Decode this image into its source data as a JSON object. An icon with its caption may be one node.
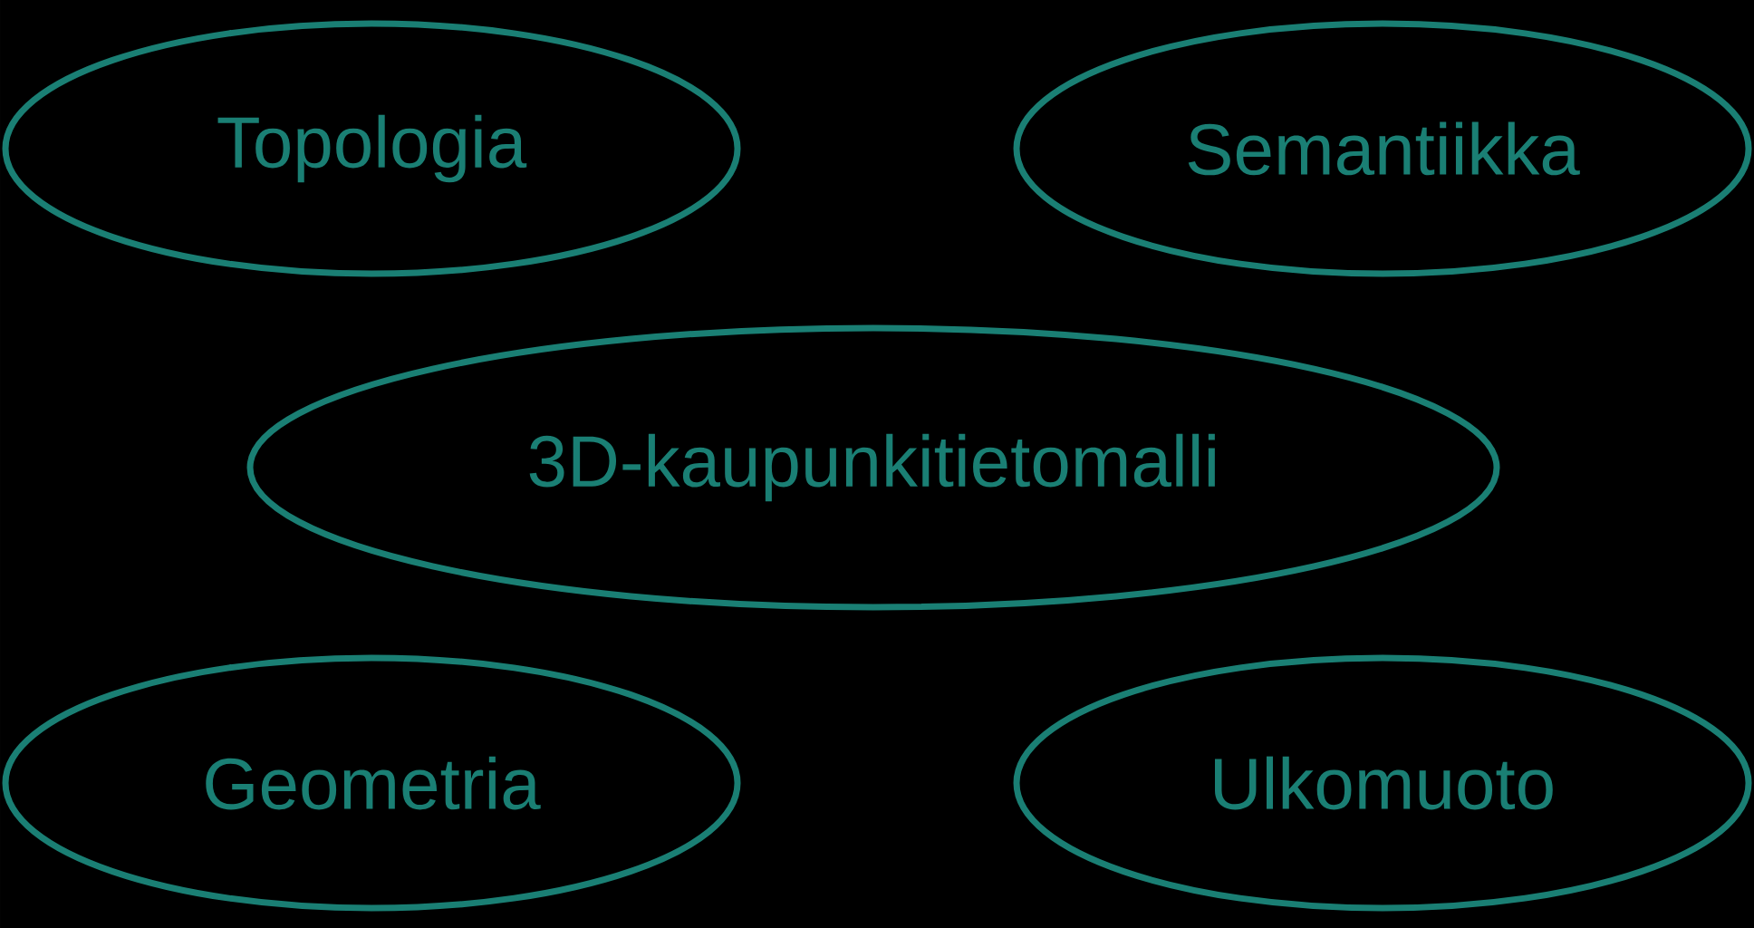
{
  "diagram": {
    "nodes": [
      {
        "text": [
          "Topologia"
        ]
      },
      {
        "text": [
          "Semantiikka"
        ]
      },
      {
        "text": [
          "3D-kaupunkitietomalli"
        ]
      },
      {
        "text": [
          "Geometria"
        ]
      },
      {
        "text": [
          "Ulkomuoto"
        ]
      }
    ],
    "edges": []
  }
}
